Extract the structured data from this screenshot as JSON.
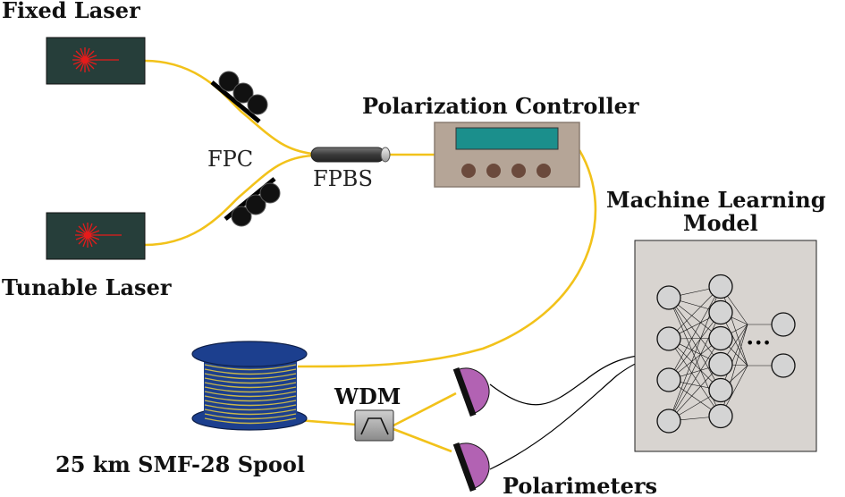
{
  "labels": {
    "fixed_laser": "Fixed Laser",
    "tunable_laser": "Tunable Laser",
    "fpc": "FPC",
    "fpbs": "FPBS",
    "polarization_controller": "Polarization Controller",
    "ml_model_line1": "Machine Learning",
    "ml_model_line2": "Model",
    "wdm": "WDM",
    "spool": "25 km SMF-28 Spool",
    "polarimeters": "Polarimeters"
  },
  "network": {
    "layers": [
      4,
      6,
      2
    ],
    "ellipsis": "•••"
  },
  "colors": {
    "fiber": "#f2c21a",
    "laser_body": "#263e3a",
    "laser_star": "#e51b1b",
    "controller_body": "#b5a597",
    "controller_screen": "#1b8f8c",
    "spool": "#1c3f8e",
    "polarimeter": "#b262b3",
    "nn_panel": "#d8d4d0"
  }
}
